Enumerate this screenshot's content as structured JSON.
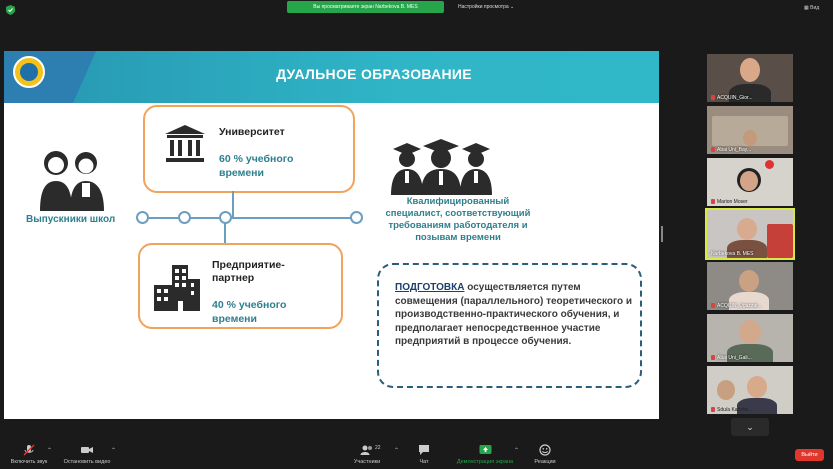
{
  "topbar": {
    "share_banner": "Вы просматриваете экран Narbekova B. MES",
    "view_settings": "Настройки просмотра",
    "view_mode": "Вид"
  },
  "slide": {
    "title": "ДУАЛЬНОЕ ОБРАЗОВАНИЕ",
    "university": {
      "title": "Университет",
      "sub1": "60 % учебного",
      "sub2": "времени"
    },
    "enterprise": {
      "title1": "Предприятие-",
      "title2": "партнер",
      "sub1": "40 % учебного",
      "sub2": "времени"
    },
    "graduates_label": "Выпускники школ",
    "specialist_label": [
      "Квалифицированный",
      "специалист, соответствующий",
      "требованиям работодателя и",
      "позывам времени"
    ],
    "preparation": {
      "keyword": "ПОДГОТОВКА",
      "text_rest": " осуществляется путем совмещения (параллельного) теоретического и производственно-практического обучения, и предполагает непосредственное участие предприятий в процессе обучения."
    }
  },
  "participants": [
    {
      "name": "ACQUIN_Gior..."
    },
    {
      "name": "Abai Uni_Bay..."
    },
    {
      "name": "Marion Moser"
    },
    {
      "name": "Narbekova B. MES"
    },
    {
      "name": "ACQUIN_Ugazzat..."
    },
    {
      "name": "Abai Uni_Gali..."
    },
    {
      "name": "Sdu/a Kazzhe..."
    }
  ],
  "more_label": "⌄",
  "toolbar": {
    "mute": "Включить звук",
    "video": "Остановить видео",
    "participants": "Участники",
    "participants_count": "22",
    "chat": "Чат",
    "share": "Демонстрация экрана",
    "reactions": "Реакции",
    "leave": "Выйти"
  },
  "colors": {
    "share_green": "#27a54b",
    "accent_orange": "#f2a35b",
    "teal": "#2e7f8e",
    "leave_red": "#e0362c"
  }
}
